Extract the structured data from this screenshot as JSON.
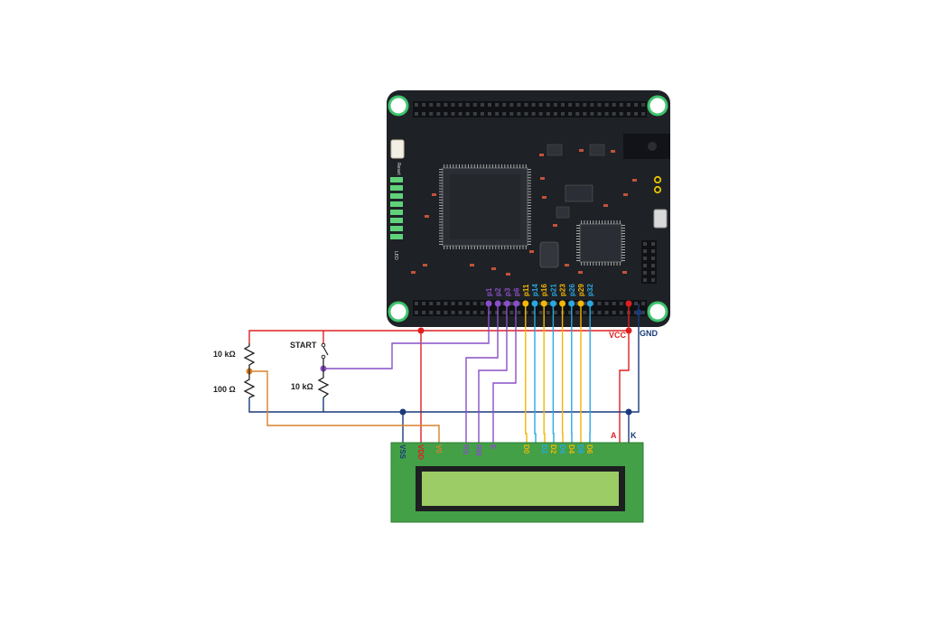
{
  "board": {
    "silk_reset": "Reset",
    "silk_led": "LED"
  },
  "header_pins": [
    {
      "label": "p1",
      "color": "#8a4fc7"
    },
    {
      "label": "p2",
      "color": "#8a4fc7"
    },
    {
      "label": "p3",
      "color": "#8a4fc7"
    },
    {
      "label": "p6",
      "color": "#8a4fc7"
    },
    {
      "label": "p11",
      "color": "#f2b705"
    },
    {
      "label": "p14",
      "color": "#29a8e0"
    },
    {
      "label": "p16",
      "color": "#f2b705"
    },
    {
      "label": "p21",
      "color": "#29a8e0"
    },
    {
      "label": "p23",
      "color": "#f2b705"
    },
    {
      "label": "p26",
      "color": "#29a8e0"
    },
    {
      "label": "p29",
      "color": "#f2b705"
    },
    {
      "label": "p32",
      "color": "#29a8e0"
    }
  ],
  "power": {
    "vcc": "VCC",
    "gnd": "GND",
    "vcc_color": "#e02020",
    "gnd_color": "#1a3a7a"
  },
  "circuit": {
    "r1": "10 kΩ",
    "r2": "100 Ω",
    "r3": "10 kΩ",
    "switch": "START",
    "backlight_a": "A",
    "backlight_k": "K"
  },
  "lcd_pins": [
    {
      "label": "VSS",
      "color": "#1a3a7a"
    },
    {
      "label": "VDD",
      "color": "#e02020"
    },
    {
      "label": "V0",
      "color": "#d9822b"
    },
    {
      "label": "RS",
      "color": "#8a4fc7"
    },
    {
      "label": "RW",
      "color": "#8a4fc7"
    },
    {
      "label": "E",
      "color": "#8a4fc7"
    },
    {
      "label": "D0",
      "color": "#f2b705"
    },
    {
      "label": "D2",
      "color": "#29a8e0"
    },
    {
      "label": "D2",
      "color": "#f2b705"
    },
    {
      "label": "D4",
      "color": "#29a8e0"
    },
    {
      "label": "D4",
      "color": "#f2b705"
    },
    {
      "label": "D6",
      "color": "#29a8e0"
    },
    {
      "label": "D6",
      "color": "#f2b705"
    }
  ],
  "colors": {
    "board": "#1e2126",
    "lcd_body": "#43a047",
    "lcd_screen": "#9ccc65",
    "orange": "#d9822b",
    "purple": "#8a4fc7"
  }
}
